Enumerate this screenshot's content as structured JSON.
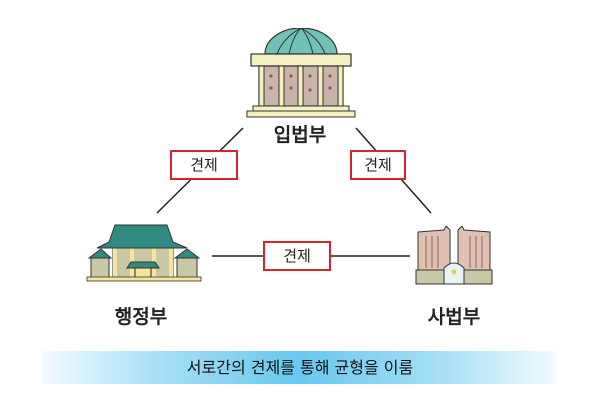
{
  "branches": {
    "legislative": "입법부",
    "executive": "행정부",
    "judicial": "사법부"
  },
  "checks": {
    "left": "견제",
    "right": "견제",
    "bottom": "견제"
  },
  "banner": "서로간의 견제를 통해 균형을 이룸",
  "colors": {
    "check_border": "#d7232b",
    "banner": "#68c8ef",
    "dome": "#6fc2b5",
    "roof": "#2f8a80"
  }
}
